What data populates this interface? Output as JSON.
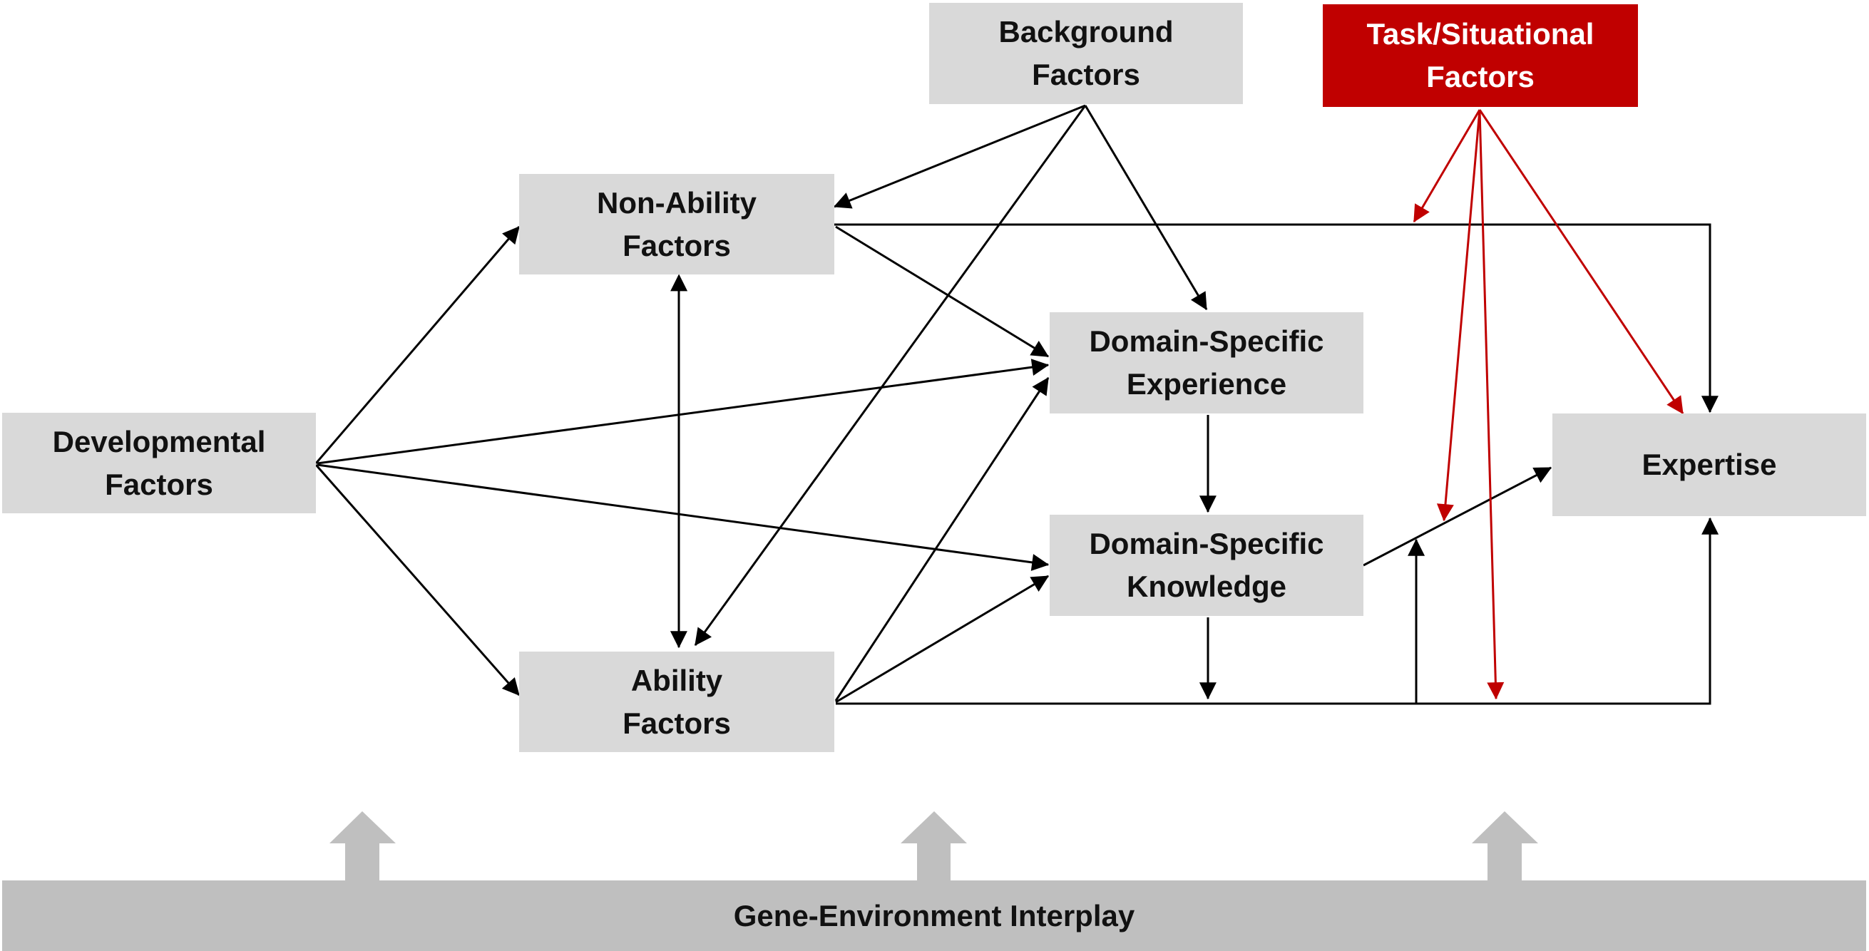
{
  "nodes": {
    "developmental": "Developmental\nFactors",
    "non_ability": "Non-Ability\nFactors",
    "ability": "Ability\nFactors",
    "background": "Background\nFactors",
    "task": "Task/Situational\nFactors",
    "experience": "Domain-Specific\nExperience",
    "knowledge": "Domain-Specific\nKnowledge",
    "expertise": "Expertise"
  },
  "gene_environment": "Gene-Environment Interplay",
  "colors": {
    "box": "#d9d9d9",
    "band": "#bfbfbf",
    "accent": "#c00000",
    "arrow": "#000000"
  }
}
